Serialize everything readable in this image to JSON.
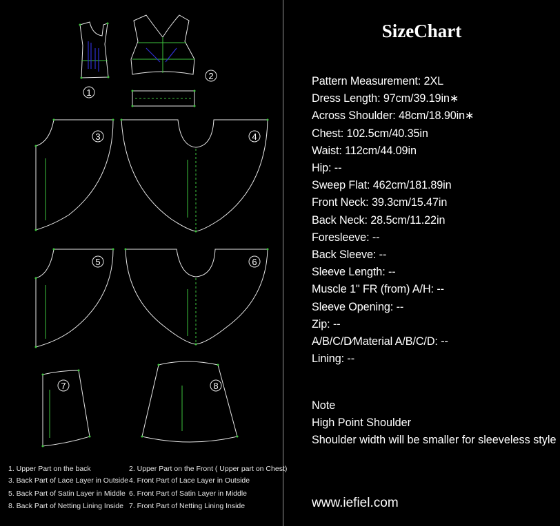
{
  "title": "SizeChart",
  "specs": [
    "Pattern Measurement:  2XL",
    "Dress Length: 97cm/39.19in∗",
    "Across Shoulder: 48cm/18.90in∗",
    "Chest: 102.5cm/40.35in",
    "Waist: 112cm/44.09in",
    "Hip: --",
    "Sweep Flat: 462cm/181.89in",
    "Front Neck: 39.3cm/15.47in",
    "Back Neck: 28.5cm/11.22in",
    "Foresleeve: --",
    "Back Sleeve: --",
    "Sleeve Length: --",
    "Muscle 1\" FR (from) A/H: --",
    "Sleeve Opening: --",
    "Zip: --",
    "A/B/C/D∕Material A/B/C/D: --",
    "Lining: --"
  ],
  "note": {
    "heading": "Note",
    "lines": [
      "High Point Shoulder",
      "Shoulder width will be smaller for sleeveless style"
    ]
  },
  "website": "www.iefiel.com",
  "pieces": [
    {
      "num": "1",
      "legend": "1. Upper Part on the back"
    },
    {
      "num": "2",
      "legend": "2. Upper Part on the Front ( Upper part on Chest)"
    },
    {
      "num": "3",
      "legend": "3. Back Part of Lace Layer in Outside"
    },
    {
      "num": "4",
      "legend": "4. Front Part of Lace Layer in Outside"
    },
    {
      "num": "5",
      "legend": "5. Back Part of Satin Layer in Middle"
    },
    {
      "num": "6",
      "legend": "6. Front Part of Satin Layer in Middle"
    },
    {
      "num": "7",
      "legend": "7. Front Part of Netting Lining Inside"
    },
    {
      "num": "8",
      "legend": "8. Back Part of Netting Lining Inside"
    }
  ],
  "colors": {
    "background": "#000000",
    "outline": "#e8e8e8",
    "seam": "#3ec43e",
    "notch": "#2f2fd0",
    "text": "#ffffff"
  }
}
